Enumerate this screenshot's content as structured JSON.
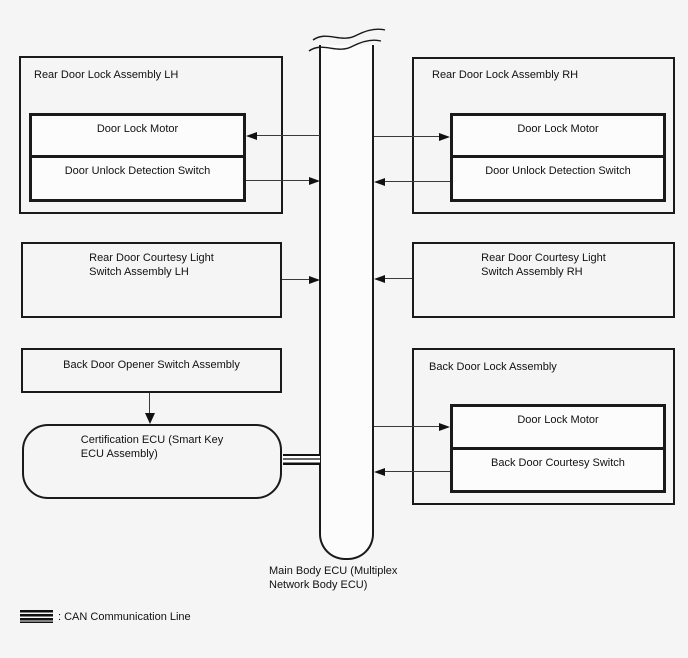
{
  "nodes": {
    "rear_door_lock_lh": {
      "title": "Rear Door Lock Assembly LH",
      "motor": "Door Lock Motor",
      "switch": "Door Unlock Detection Switch"
    },
    "rear_door_lock_rh": {
      "title": "Rear Door Lock Assembly RH",
      "motor": "Door Lock Motor",
      "switch": "Door Unlock Detection Switch"
    },
    "rear_courtesy_lh": {
      "label": "Rear Door Courtesy Light\nSwitch Assembly LH"
    },
    "rear_courtesy_rh": {
      "label": "Rear Door Courtesy Light\nSwitch Assembly RH"
    },
    "back_door_opener": {
      "label": "Back Door Opener Switch Assembly"
    },
    "certification_ecu": {
      "label": "Certification ECU (Smart Key\nECU Assembly)"
    },
    "back_door_lock": {
      "title": "Back Door Lock Assembly",
      "motor": "Door Lock Motor",
      "switch": "Back Door Courtesy Switch"
    },
    "main_body_ecu": {
      "label": "Main Body ECU (Multiplex\nNetwork Body ECU)"
    }
  },
  "legend": {
    "label": ": CAN Communication Line"
  },
  "colors": {
    "background": "#f5f5f5",
    "line": "#1a1a1a",
    "arrow_line": "#3a3a3a",
    "box_fill": "#fcfcfc"
  }
}
